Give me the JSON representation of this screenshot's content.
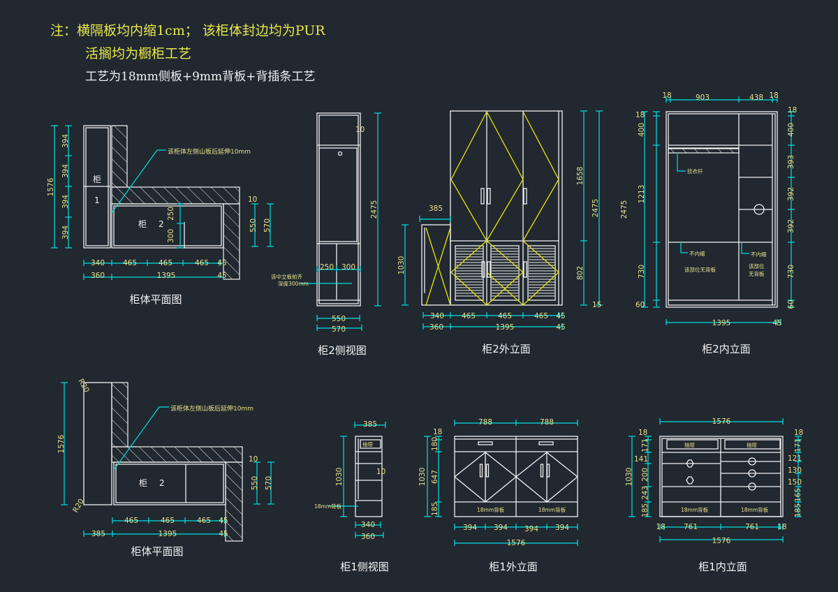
{
  "notes": {
    "line1": "注：横隔板均内缩1cm；    该柜体封边均为PUR",
    "line2": "活搁均为橱柜工艺",
    "line3": "工艺为18mm侧板+9mm背板+背插条工艺"
  },
  "plan_top": {
    "title": "柜体平面图",
    "cab_label_1": "柜",
    "cab_label_1_num": "1",
    "cab_label_2": "柜",
    "cab_label_2_num": "2",
    "leader_note": "该柜体左侧山板后延伸10mm",
    "left_total": "1576",
    "left_parts": [
      "394",
      "394",
      "394",
      "394"
    ],
    "inner_depths": [
      "250",
      "300"
    ],
    "right_dims": [
      "10",
      "550",
      "570"
    ],
    "bottom_row1": [
      "340",
      "465",
      "465",
      "465",
      "45"
    ],
    "bottom_row2": [
      "360",
      "1395",
      "45"
    ]
  },
  "plan_bottom": {
    "title": "柜体平面图",
    "cab_label_2": "柜",
    "cab_label_2_num": "2",
    "leader_note": "该柜体左侧山板后延伸10mm",
    "left_total": "1576",
    "radius_labels": [
      "R20",
      "R20"
    ],
    "right_dims": [
      "10",
      "550",
      "570"
    ],
    "bottom_row1": [
      "465",
      "465",
      "465",
      "45"
    ],
    "bottom_row2": [
      "385",
      "1395",
      "45"
    ]
  },
  "cab2_side": {
    "title": "柜2侧视图",
    "height": "2475",
    "top_gap": "10",
    "inner_widths": [
      "250",
      "300"
    ],
    "bottom_widths": [
      "550",
      "570"
    ],
    "annotation": [
      "该中立板前齐",
      "深度300mm"
    ]
  },
  "cab2_front": {
    "title": "柜2外立面",
    "right_parts": [
      "1658",
      "802"
    ],
    "right_total": "2475",
    "bottom_offset": "15",
    "side_cab_height": "1030",
    "side_cab_depth": "385",
    "bottom_row1": [
      "340",
      "465",
      "465",
      "465",
      "45"
    ],
    "bottom_row2": [
      "360",
      "1395",
      "45"
    ]
  },
  "cab2_inner": {
    "title": "柜2内立面",
    "top_dims": [
      "18",
      "903",
      "438",
      "18"
    ],
    "left_total": "2475",
    "left_parts": [
      "18",
      "400",
      "1213",
      "730",
      "60"
    ],
    "right_parts": [
      "18",
      "400",
      "393",
      "392",
      "392",
      "730",
      "60"
    ],
    "bottom": [
      "1395",
      "45"
    ],
    "labels": {
      "rod": "挂衣杆",
      "no_inset_left": "不内缩",
      "no_inset_right": "不内缩",
      "no_back_left": "该部位无背板",
      "no_back_right_1": "该部位",
      "no_back_right_2": "无背板"
    }
  },
  "cab1_side": {
    "title": "柜1侧视图",
    "top": "385",
    "height": "1030",
    "gap": "10",
    "drawer": "抽屉",
    "back_note": "18mm背板",
    "bottom_widths": [
      "340",
      "360"
    ]
  },
  "cab1_front": {
    "title": "柜1外立面",
    "top_dims": [
      "788",
      "788"
    ],
    "height": "1030",
    "left_parts": [
      "18",
      "180",
      "647",
      "185"
    ],
    "back_labels": [
      "18mm背板",
      "18mm背板"
    ],
    "bottom_row1": [
      "394",
      "394",
      "394",
      "394"
    ],
    "bottom_total": "1576"
  },
  "cab1_inner": {
    "title": "柜1内立面",
    "top_total": "1576",
    "height": "1030",
    "left_parts": [
      "18",
      "171",
      "141",
      "200",
      "243",
      "185"
    ],
    "right_parts": [
      "18",
      "171",
      "121",
      "130",
      "150",
      "165",
      "185"
    ],
    "drawers": [
      "抽屉",
      "抽屉"
    ],
    "back_labels": [
      "18mm背板",
      "18mm背板"
    ],
    "bottom_row1": [
      "18",
      "761",
      "761",
      "18"
    ],
    "bottom_total": "1576"
  },
  "colors": {
    "background": "#212830",
    "outline": "#f2f2f2",
    "dimension": "#00e0e0",
    "dim_text": "#e8e08a",
    "accent_lines": "#e6e600"
  }
}
